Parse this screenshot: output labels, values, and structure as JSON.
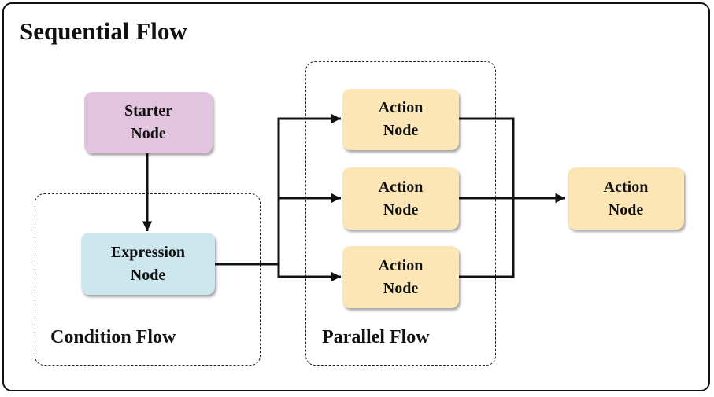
{
  "title": "Sequential Flow",
  "colors": {
    "starter_fill": "#e2c4df",
    "expression_fill": "#cde7ef",
    "action_fill": "#fde6b5",
    "line": "#111111"
  },
  "groups": {
    "condition": {
      "label": "Condition Flow"
    },
    "parallel": {
      "label": "Parallel Flow"
    }
  },
  "nodes": {
    "starter": {
      "line1": "Starter",
      "line2": "Node"
    },
    "expression": {
      "line1": "Expression",
      "line2": "Node"
    },
    "action_top": {
      "line1": "Action",
      "line2": "Node"
    },
    "action_middle": {
      "line1": "Action",
      "line2": "Node"
    },
    "action_bottom": {
      "line1": "Action",
      "line2": "Node"
    },
    "action_final": {
      "line1": "Action",
      "line2": "Node"
    }
  },
  "edges": [
    {
      "from": "starter",
      "to": "expression"
    },
    {
      "from": "expression",
      "to": "action_top"
    },
    {
      "from": "expression",
      "to": "action_middle"
    },
    {
      "from": "expression",
      "to": "action_bottom"
    },
    {
      "from": "action_top",
      "to": "action_final"
    },
    {
      "from": "action_middle",
      "to": "action_final"
    },
    {
      "from": "action_bottom",
      "to": "action_final"
    }
  ]
}
